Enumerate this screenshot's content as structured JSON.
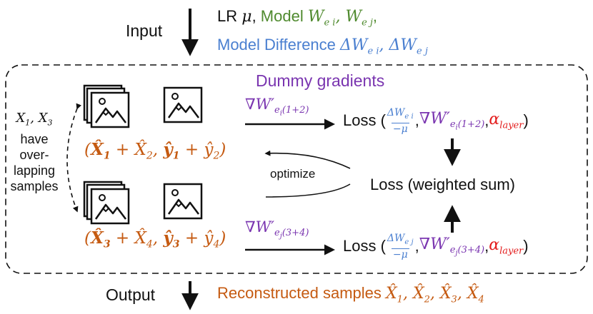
{
  "input": {
    "label": "Input",
    "lr_text": "LR μ,",
    "model_text": "Model W_{e_i}, W_{e_j},",
    "diff_text": "Model Difference ΔW_{e_i}, ΔW_{e_j}"
  },
  "output": {
    "label": "Output",
    "reconstructed": "Reconstructed samples X̂1, X̂2, X̂3, X̂4"
  },
  "dummy_gradients": "Dummy gradients",
  "side_note": [
    "X1, X3",
    "have",
    "over-",
    "lapping",
    "samples"
  ],
  "pair_top": "(X̂1 + X̂2, ŷ1 + ŷ2)",
  "pair_bottom": "(X̂3 + X̂4, ŷ3 + ŷ4)",
  "grad_top": "∇W′ ei(1+2)",
  "grad_bottom": "∇W′ ej(3+4)",
  "loss_top": "Loss (ΔWei/−μ, ∇W′ei(1+2), αlayer)",
  "loss_bottom": "Loss (ΔWej/−μ, ∇W′ej(3+4), αlayer)",
  "loss_weighted": "Loss (weighted sum)",
  "optimize": "optimize",
  "colors": {
    "green": "#4f8a2e",
    "blue": "#4a7fd0",
    "purple": "#7a35b0",
    "orange": "#c55a11",
    "red": "#e31c1c"
  }
}
